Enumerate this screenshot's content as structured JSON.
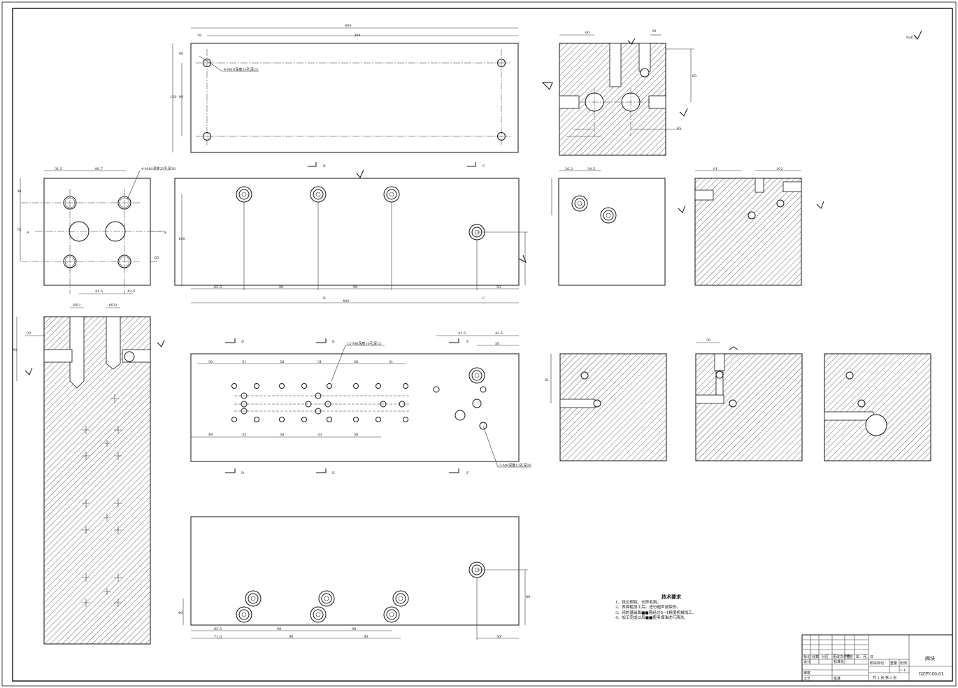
{
  "title_block": {
    "part_name": "阀块",
    "drawing_no": "DZPY-00-01",
    "scale": "1:1",
    "sheet_info": "共 1 张  第 1 张",
    "cells_top": [
      "标记",
      "处数",
      "分区",
      "更改文件号",
      "签名",
      "年、月、日"
    ],
    "cells_left": [
      "设计",
      "标准化",
      "审核",
      "工艺",
      "批准"
    ],
    "stage_labels": [
      "阶段标记",
      "重量",
      "比例"
    ]
  },
  "tech_notes": {
    "heading": "技术要求",
    "items": [
      "1、铣边倒钝，去除毛刺。",
      "2、表面粗加工后，进行超声波探伤。",
      "3、阀的基础面■■需经过0~1精度机械加工。",
      "4、加工完成以后■■使用煤油进行清洗。"
    ]
  },
  "roughness_mark": "Ra6.3",
  "callouts": {
    "top_view_holes": "4-M10深度20孔深25",
    "left_view_holes": "4-M16深度25孔深30",
    "front_view_holes": "12-M6深度10孔深15",
    "front_view_holes2": "3-M8深度12孔深16"
  },
  "section_marks": [
    "B",
    "C",
    "D",
    "E",
    "F",
    "A"
  ],
  "dims": {
    "top": [
      "400",
      "388",
      "38",
      "60",
      "150",
      "90"
    ],
    "mid": [
      "31.5",
      "86.7",
      "38",
      "75",
      "65",
      "41.5",
      "42.5",
      "160",
      "65.5",
      "98",
      "98",
      "50",
      "400",
      "26.2",
      "34.5"
    ],
    "low": [
      "ØD2",
      "ØD3",
      "20",
      "60",
      "90",
      "30",
      "31",
      "58",
      "31",
      "58",
      "31",
      "49",
      "33",
      "58",
      "33",
      "58",
      "41.5",
      "42.5",
      "50",
      "30",
      "61"
    ],
    "bottom": [
      "65.5",
      "98",
      "98",
      "71.5",
      "90",
      "90",
      "50",
      "40",
      "60"
    ]
  }
}
